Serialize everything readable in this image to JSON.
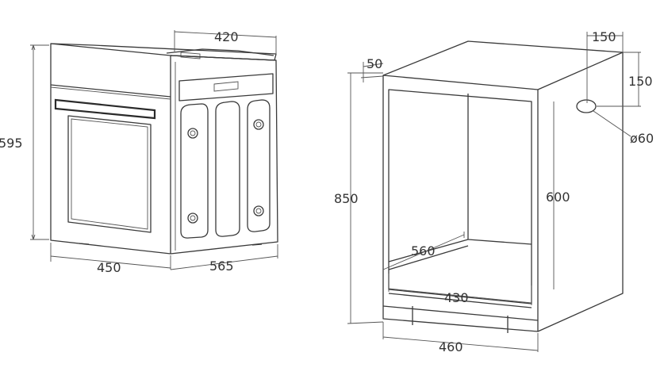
{
  "oven": {
    "height_label": "595",
    "front_width_label": "450",
    "depth_label": "565",
    "top_depth_label": "420"
  },
  "cabinet": {
    "overhang_label": "50",
    "height_label": "850",
    "inner_height_label": "600",
    "inner_depth_label": "560",
    "inner_width_label": "430",
    "base_width_label": "460",
    "vent_offset_x_label": "150",
    "vent_offset_y_label": "150",
    "vent_diameter_label": "ø60"
  }
}
